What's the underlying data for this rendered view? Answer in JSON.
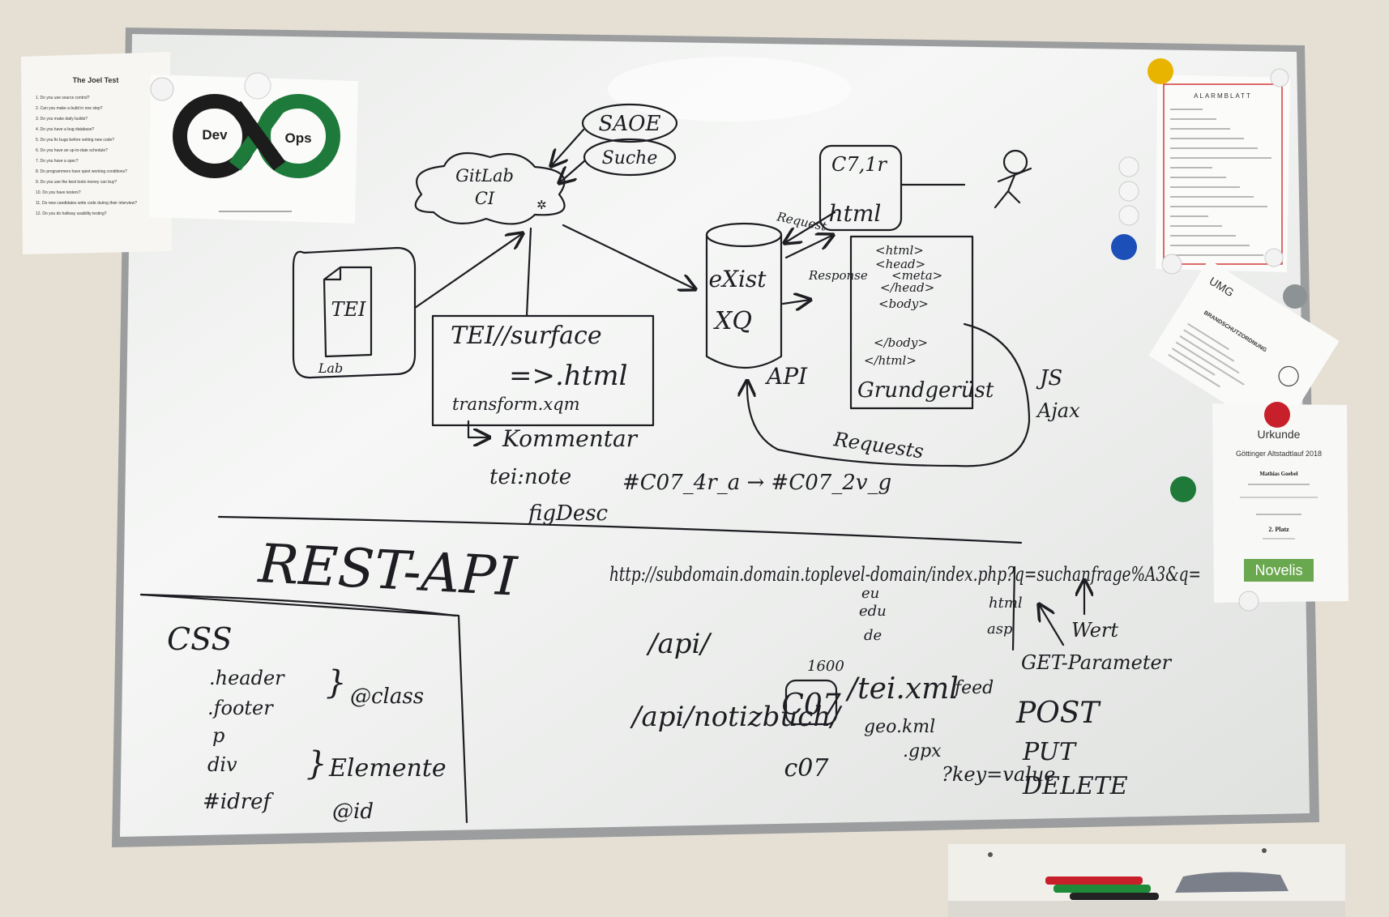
{
  "whiteboard": {
    "top_flow": {
      "saoe": "SAOE",
      "suche": "Suche",
      "gitlab": "GitLab",
      "ci": "CI",
      "tei_file": "TEI",
      "lab": "Lab",
      "transform_box": {
        "line1": "TEI//surface",
        "line2": "=>.html",
        "line3": "transform.xqm"
      },
      "kommentar": "Kommentar",
      "tei_note": "tei:note",
      "figdesc": "figDesc",
      "anchor_ref": "#C07_4r_a → #C07_2v_g",
      "exist": "eXist",
      "xq": "XQ",
      "api": "API",
      "request": "Request",
      "response": "Response",
      "c71r": "C7,1r",
      "html_box": "html",
      "html_code": [
        "<html>",
        "<head>",
        "<meta>",
        "</head>",
        "<body>",
        "",
        "</body>",
        "</html>"
      ],
      "grundgeruest": "Grundgerüst",
      "js": "JS",
      "ajax": "Ajax",
      "requests": "Requests"
    },
    "rest": {
      "title": "REST-API",
      "url": "http://subdomain.domain.toplevel-domain/index.php?q=suchanfrage%A3&q=",
      "tlds": [
        "eu",
        "edu",
        "de"
      ],
      "exts": [
        "html",
        "asp"
      ],
      "wert": "Wert",
      "get_param": "GET-Parameter",
      "api_root": "/api/",
      "api_path": "/api/notizbuch/",
      "c07_box": "C07",
      "num": "1600",
      "c07_below": "c07",
      "tei_xml": "/tei.xml",
      "feed": "feed",
      "geo": "geo.kml",
      "gpx": ".gpx",
      "key_val": "?key=value",
      "methods": [
        "POST",
        "PUT",
        "DELETE"
      ]
    },
    "css_box": {
      "title": "CSS",
      "rows": [
        ".header",
        ".footer",
        "p",
        "div",
        "#idref"
      ],
      "class_label": "@class",
      "elemente_label": "Elemente",
      "id_label": "@id"
    }
  },
  "papers": {
    "joel": {
      "title": "The Joel Test",
      "items": [
        "1. Do you use source control?",
        "2. Can you make a build in one step?",
        "3. Do you make daily builds?",
        "4. Do you have a bug database?",
        "5. Do you fix bugs before writing new code?",
        "6. Do you have an up-to-date schedule?",
        "7. Do you have a spec?",
        "8. Do programmers have quiet working conditions?",
        "9. Do you use the best tools money can buy?",
        "10. Do you have testers?",
        "11. Do new candidates write code during their interview?",
        "12. Do you do hallway usability testing?"
      ]
    },
    "devops": {
      "dev": "Dev",
      "ops": "Ops"
    },
    "alarm": {
      "title": "ALARMBLATT"
    },
    "umg": {
      "logo": "UMG",
      "title": "BRANDSCHUTZORDNUNG"
    },
    "urkunde": {
      "title": "Urkunde",
      "event": "Göttinger Altstadtlauf 2018",
      "name": "Mathias Goebel",
      "place": "2. Platz",
      "sponsor": "Novelis"
    }
  },
  "colors": {
    "ink": "#1d1d22",
    "devops_green": "#1e7a3a",
    "novelis_green": "#6aa84f",
    "magnet_yellow": "#e8b400",
    "magnet_blue": "#1d4fb8",
    "magnet_red": "#c8202a",
    "magnet_green": "#1f7a3a"
  }
}
